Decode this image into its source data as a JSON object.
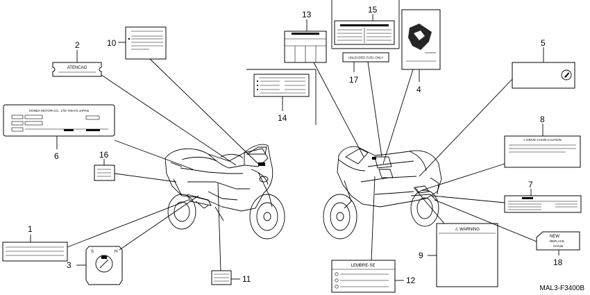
{
  "diagram_code": "MAL3-F3400B",
  "callouts": {
    "c1": "1",
    "c2": "2",
    "c3": "3",
    "c4": "4",
    "c5": "5",
    "c6": "6",
    "c7": "7",
    "c8": "8",
    "c9": "9",
    "c10": "10",
    "c11": "11",
    "c12": "12",
    "c13": "13",
    "c14": "14",
    "c15": "15",
    "c16": "16",
    "c17": "17",
    "c18": "18"
  },
  "labels": {
    "atencao": "ATENCAO",
    "honda_plate": "HONDA MOTOR CO., LTD TOKYO JAPAN",
    "unleaded": "UNLEADED FUEL ONLY",
    "drive_chain_caution": "⚠ DRIVE CHAIN CAUTION",
    "warning": "⚠ WARNING",
    "lembre_se": "LEMBRE-SE",
    "new": "NEW",
    "replace": "REPLACE",
    "chain": "CHAIN",
    "s_letter": "S",
    "h_letter": "H"
  }
}
